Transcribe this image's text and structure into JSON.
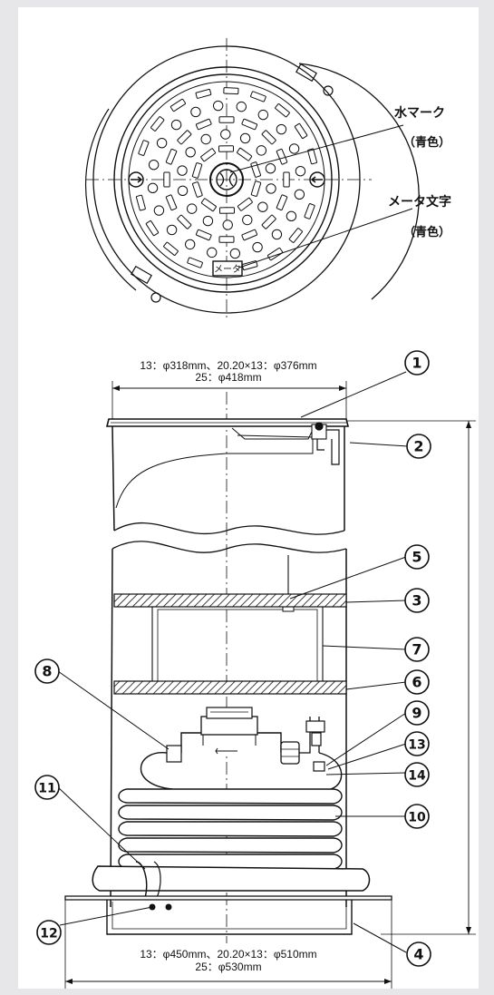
{
  "top_view": {
    "water_mark_label": "水マーク",
    "water_mark_color": "（青色）",
    "meter_text_label": "メータ文字",
    "meter_text_color": "（青色）",
    "meter_plate_text": "メータ"
  },
  "dimensions": {
    "top_line1": "13：φ318mm、20.20×13：φ376mm",
    "top_line2": "25：φ418mm",
    "bottom_line1": "13：φ450mm、20.20×13：φ510mm",
    "bottom_line2": "25：φ530mm"
  },
  "callouts": [
    "1",
    "2",
    "3",
    "4",
    "5",
    "6",
    "7",
    "8",
    "9",
    "10",
    "11",
    "12",
    "13",
    "14"
  ]
}
